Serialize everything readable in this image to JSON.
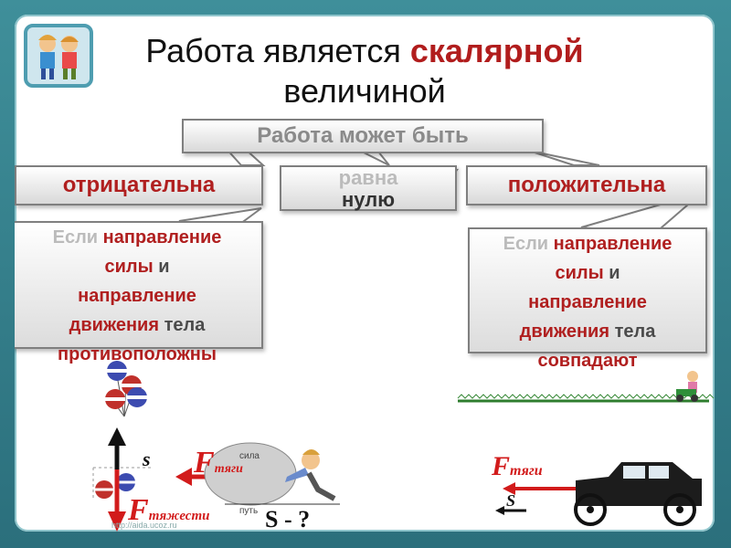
{
  "title": {
    "line1_prefix": "Работа является",
    "line1_accent": "скалярной",
    "line2": "величиной"
  },
  "center_head": "Работа может быть",
  "options": {
    "negative": "отрицательна",
    "zero_top": "равна",
    "zero_bottom": "нулю",
    "positive": "положительна"
  },
  "left_explain": {
    "l1a": "Если",
    "l1b": "направление",
    "l2a": "силы",
    "l2b": "и",
    "l3": "направление",
    "l4a": "движения",
    "l4b": "тела",
    "l5": "противоположны"
  },
  "right_explain": {
    "l1a": "Если",
    "l1b": "направление",
    "l2a": "силы",
    "l2b": "и",
    "l3": "направление",
    "l4a": "движения",
    "l4b": "тела",
    "l5": "совпадают"
  },
  "illustrations": {
    "s_left": "s",
    "f_tyagi_left": "F",
    "f_tyagi_sub": "тяги",
    "f_tyazh": "F",
    "f_tyazh_sub": "тяжести",
    "s_question": "S - ?",
    "rock_label": "сила",
    "path_label": "путь",
    "f_tyagi_right": "F",
    "f_tyagi_right_sub": "тяги",
    "s_right": "S",
    "credit": "http://aida.ucoz.ru"
  },
  "colors": {
    "accent": "#b01f1f",
    "frame": "#3f8f9a"
  }
}
